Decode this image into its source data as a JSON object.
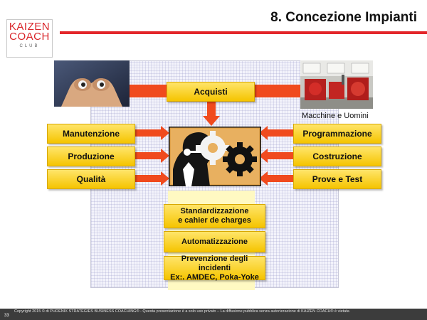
{
  "header": {
    "title": "8. Concezione Impianti"
  },
  "logo": {
    "line1": "KAIZEN",
    "line2": "COACH",
    "line3": "CLUB"
  },
  "diagram": {
    "top_box": "Acquisti",
    "left_boxes": [
      "Manutenzione",
      "Produzione",
      "Qualità"
    ],
    "right_boxes": [
      "Programmazione",
      "Costruzione",
      "Prove e Test"
    ],
    "bottom_boxes": [
      {
        "line1": "Standardizzazione",
        "line2": "e cahier de charges"
      },
      {
        "line1": "Automatizzazione"
      },
      {
        "line1": "Prevenzione degli incidenti",
        "line2": "Ex:. AMDEC, Poka-Yoke"
      }
    ],
    "photo_caption": "Macchine e Uomini"
  },
  "footer": {
    "page_number": "33",
    "copyright": "Copyright 2015 © di PHOENIX STRATEGIES BUSINESS COACHING® - Questa presentazione è a solo uso privato – La diffusione pubblica senza autorizzazione di KAIZEN COACH® è vietata"
  },
  "colors": {
    "accent": "#e3262a",
    "arrow": "#f04a1e",
    "box": "#f5c400"
  }
}
